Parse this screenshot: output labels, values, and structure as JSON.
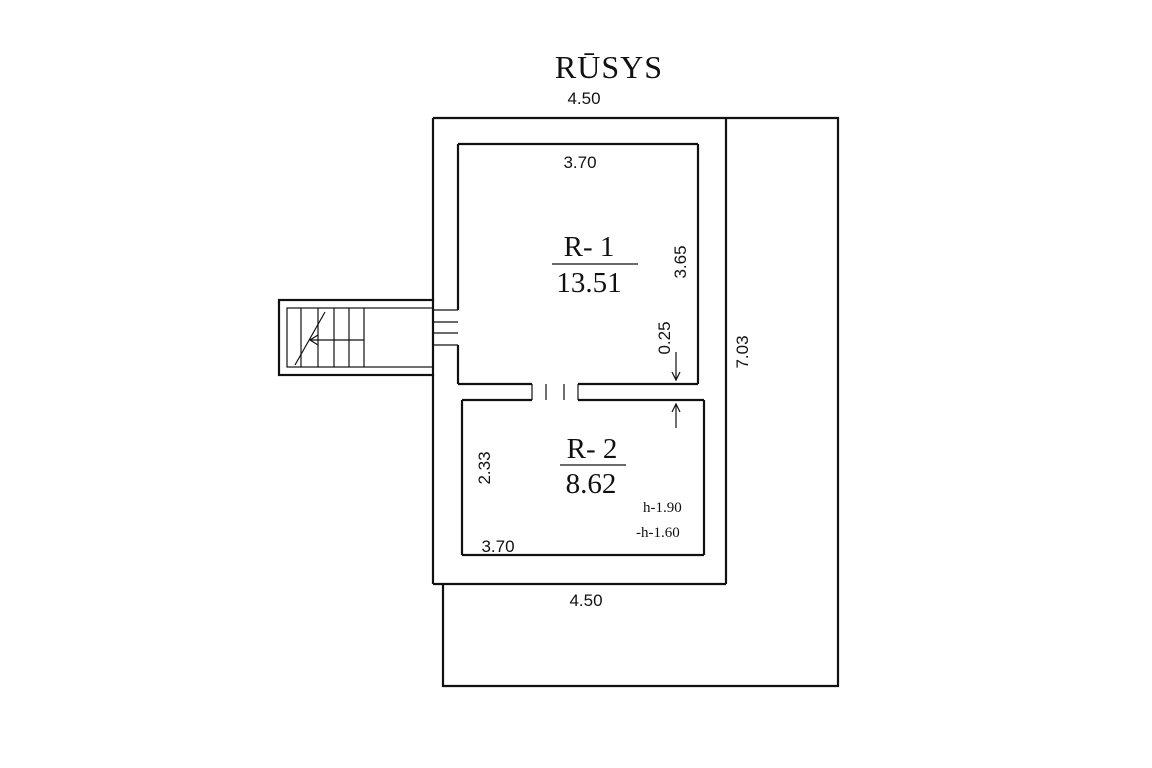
{
  "title": "RŪSYS",
  "dimensions": {
    "outer_top": "4.50",
    "outer_bottom": "4.50",
    "outer_right": "7.03",
    "room1_width": "3.70",
    "room1_height": "3.65",
    "partition": "0.25",
    "room2_height": "2.33",
    "room2_width": "3.70"
  },
  "rooms": [
    {
      "code": "R- 1",
      "area": "13.51"
    },
    {
      "code": "R- 2",
      "area": "8.62"
    }
  ],
  "heights": [
    "h-1.90",
    "-h-1.60"
  ]
}
